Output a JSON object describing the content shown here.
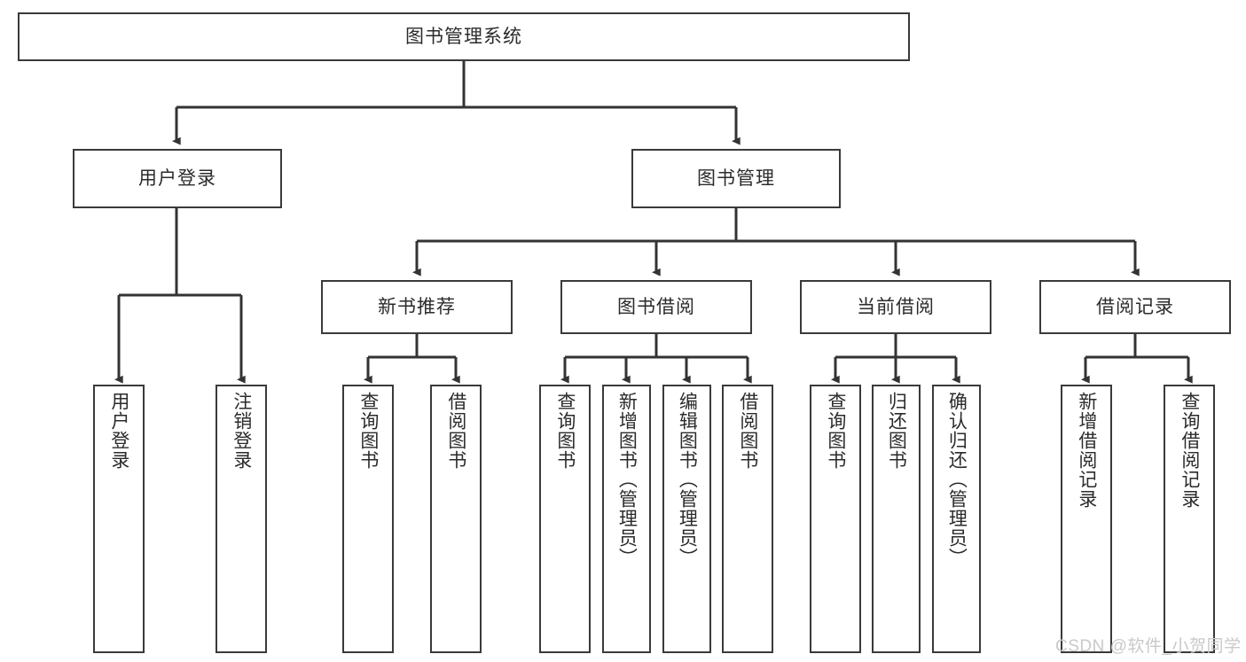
{
  "diagram": {
    "title": "图书管理系统",
    "type": "tree",
    "orientation": "top-down",
    "colors": {
      "box_border": "#3a3a3a",
      "box_fill": "#ffffff",
      "connector": "#333333",
      "text": "#2b2b2b",
      "watermark": "#c9c9c9",
      "background": "#ffffff"
    },
    "root": {
      "label": "图书管理系统"
    },
    "level2": [
      {
        "id": "user-login",
        "label": "用户登录"
      },
      {
        "id": "book-manage",
        "label": "图书管理"
      }
    ],
    "level3": [
      {
        "id": "new-book-rec",
        "label": "新书推荐"
      },
      {
        "id": "book-borrow",
        "label": "图书借阅"
      },
      {
        "id": "current-borrow",
        "label": "当前借阅"
      },
      {
        "id": "borrow-record",
        "label": "借阅记录"
      }
    ],
    "leaves": {
      "user_login": [
        {
          "id": "leaf-user-login",
          "label": "用户登录"
        },
        {
          "id": "leaf-logout-login",
          "label": "注销登录"
        }
      ],
      "new_book_rec": [
        {
          "id": "leaf-query-book-1",
          "label": "查询图书"
        },
        {
          "id": "leaf-borrow-book-1",
          "label": "借阅图书"
        }
      ],
      "book_borrow": [
        {
          "id": "leaf-query-book-2",
          "label": "查询图书"
        },
        {
          "id": "leaf-add-book",
          "label": "新增图书（管理员）"
        },
        {
          "id": "leaf-edit-book",
          "label": "编辑图书（管理员）"
        },
        {
          "id": "leaf-borrow-book-2",
          "label": "借阅图书"
        }
      ],
      "current_borrow": [
        {
          "id": "leaf-query-book-3",
          "label": "查询图书"
        },
        {
          "id": "leaf-return-book",
          "label": "归还图书"
        },
        {
          "id": "leaf-confirm-return",
          "label": "确认归还（管理员）"
        }
      ],
      "borrow_record": [
        {
          "id": "leaf-add-record",
          "label": "新增借阅记录"
        },
        {
          "id": "leaf-query-record",
          "label": "查询借阅记录"
        }
      ]
    }
  },
  "watermark": {
    "text": "CSDN @软件_小贺同学"
  }
}
